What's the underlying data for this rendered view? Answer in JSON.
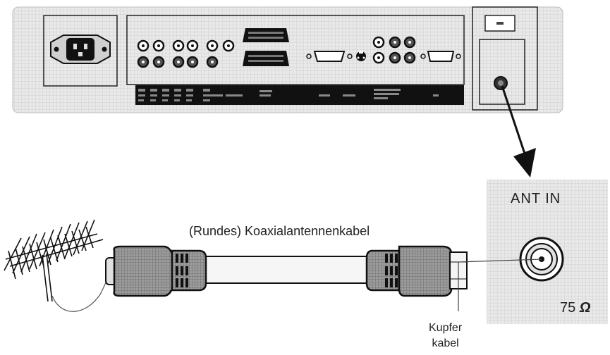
{
  "labels": {
    "cable": "(Rundes) Koaxialantennenkabel",
    "ant_in": "ANT IN",
    "impedance_value": "75",
    "impedance_unit": "Ω",
    "copper_line1": "Kupfer",
    "copper_line2": "kabel"
  },
  "colors": {
    "panel_fill": "#e6e6e6",
    "panel_grid": "#c9c9c9",
    "strip": "#111111",
    "ink": "#1a1a1a",
    "plug_fill": "#9a9a9a",
    "cable_fill": "#f4f4f4"
  },
  "icons": [
    "power-socket-icon",
    "rca-jack-icon",
    "scart-connector-icon",
    "vga-port-icon",
    "svideo-port-icon",
    "coax-socket-icon",
    "antenna-icon",
    "arrow-icon"
  ]
}
